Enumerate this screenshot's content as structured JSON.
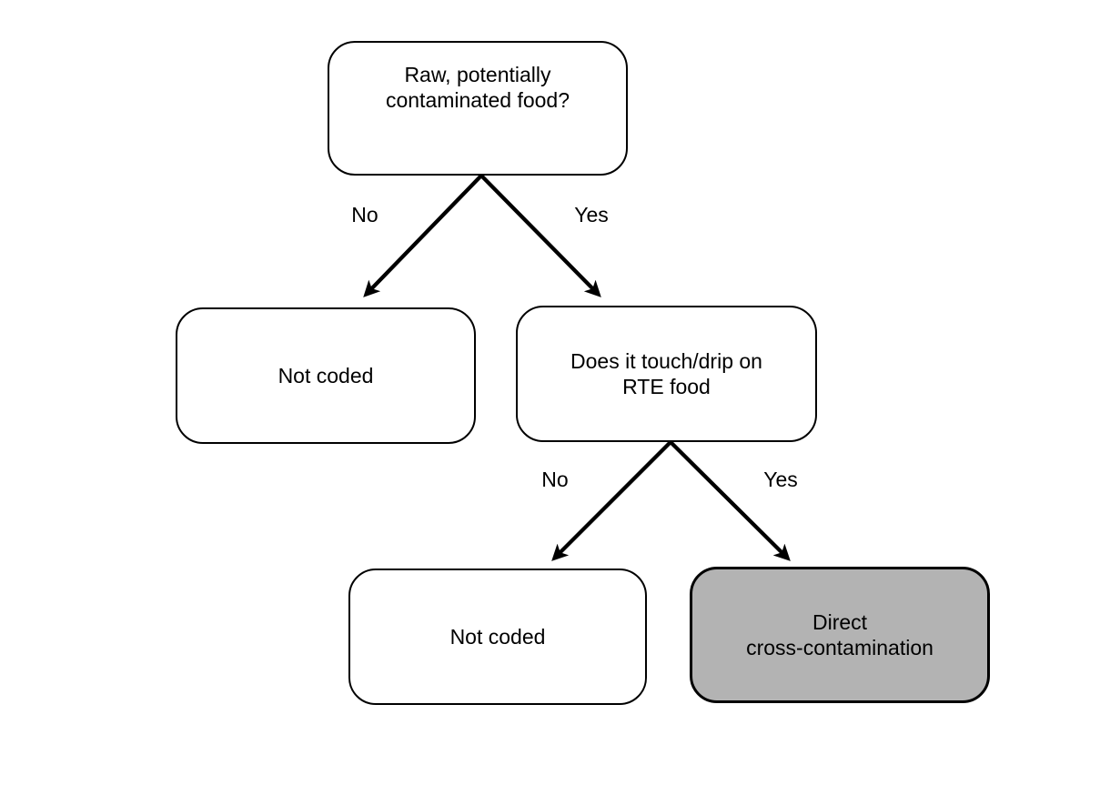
{
  "diagram": {
    "type": "decision-tree-flowchart",
    "topic": "Direct cross-contamination coding decision tree",
    "colors": {
      "node_border": "#000000",
      "node_fill": "#ffffff",
      "highlight_fill": "#b3b3b3",
      "arrow": "#000000",
      "text": "#000000",
      "background": "#ffffff"
    },
    "nodes": [
      {
        "id": "root-question",
        "label": "Raw, potentially\ncontaminated food?",
        "fill": "#ffffff"
      },
      {
        "id": "not-coded-level1",
        "label": "Not coded",
        "fill": "#ffffff"
      },
      {
        "id": "touch-drip-question",
        "label": "Does it touch/drip on\nRTE food",
        "fill": "#ffffff"
      },
      {
        "id": "not-coded-level2",
        "label": "Not coded",
        "fill": "#ffffff"
      },
      {
        "id": "direct-cross-contamination",
        "label": "Direct\ncross-contamination",
        "fill": "#b3b3b3"
      }
    ],
    "edges": [
      {
        "from": "root-question",
        "to": "not-coded-level1",
        "label": "No"
      },
      {
        "from": "root-question",
        "to": "touch-drip-question",
        "label": "Yes"
      },
      {
        "from": "touch-drip-question",
        "to": "not-coded-level2",
        "label": "No"
      },
      {
        "from": "touch-drip-question",
        "to": "direct-cross-contamination",
        "label": "Yes"
      }
    ]
  }
}
